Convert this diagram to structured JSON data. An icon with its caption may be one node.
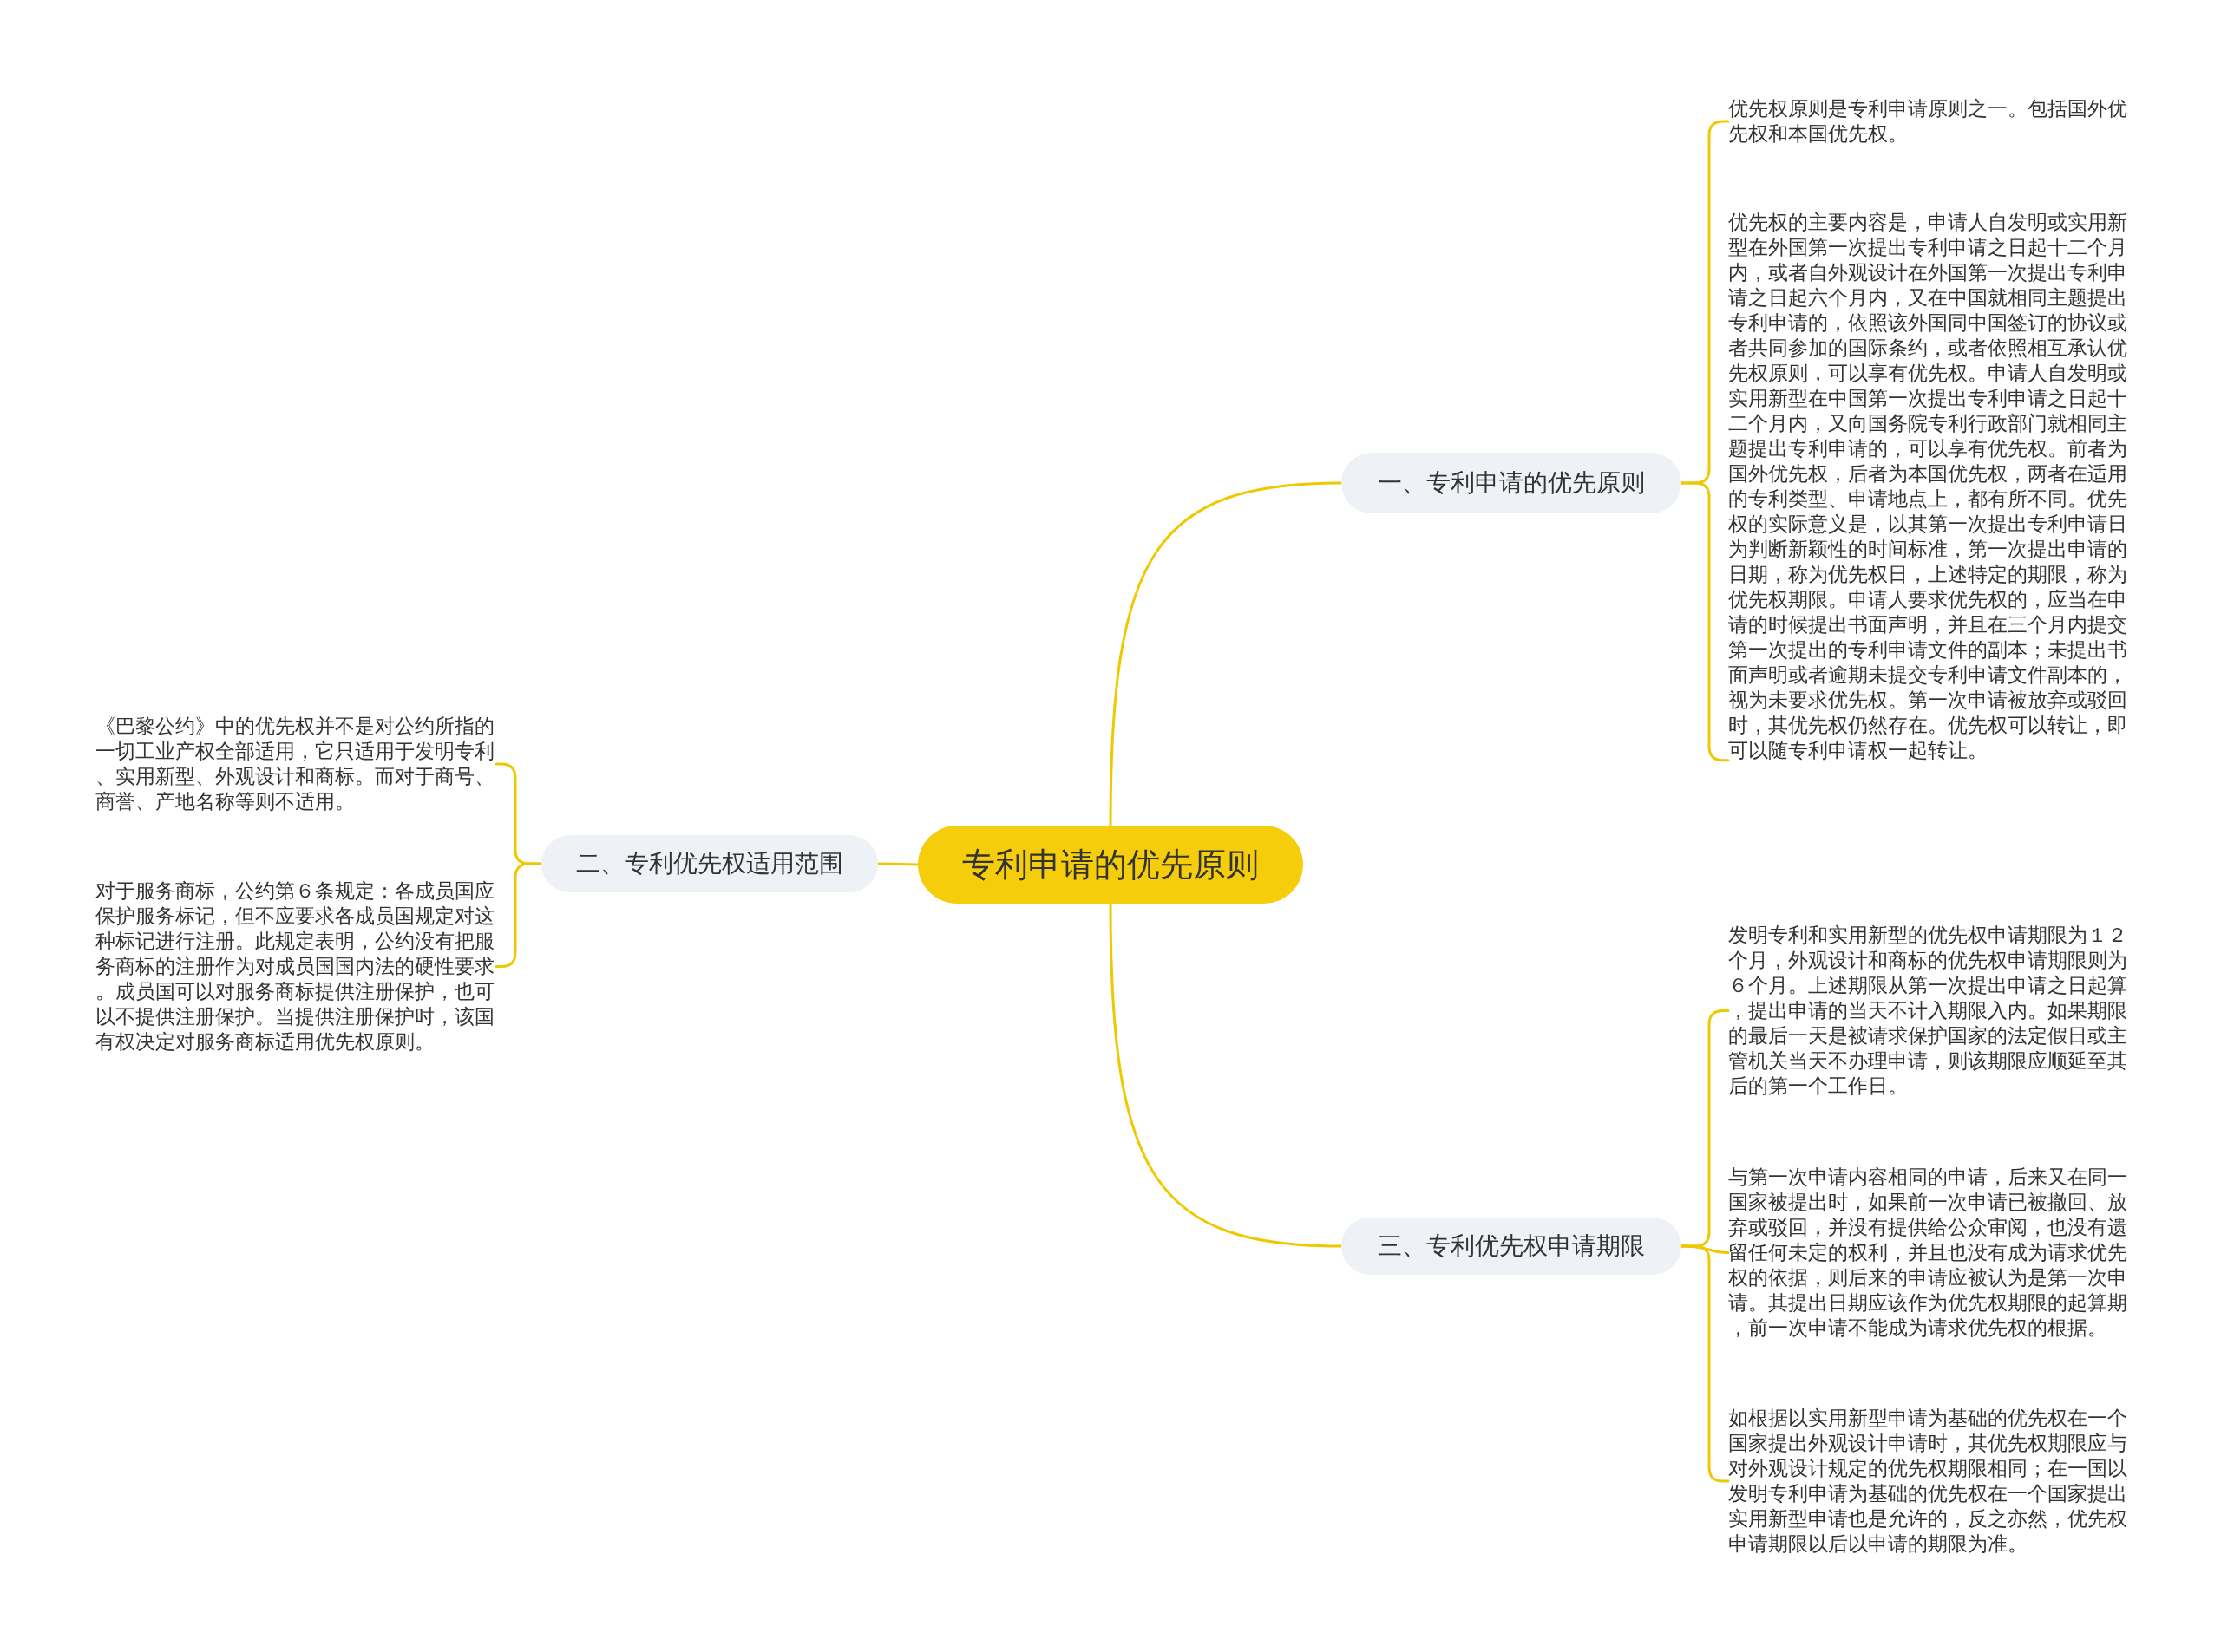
{
  "diagram": {
    "nodes": [
      {
        "text": [
          "专利申请的优先原则"
        ]
      },
      {
        "text": [
          "一、专利申请的优先原则"
        ]
      },
      {
        "text": [
          "优先权原则是专利申请原则之一。包括国外优先权和本国优先权。"
        ]
      },
      {
        "text": [
          "优先权的主要内容是，申请人自发明或实用新型在外国第一次提出专利申请之日起十二个月内，或者自外观设计在外国第一次提出专利申请之日起六个月内，又在中国就相同主题提出专利申请的，依照该外国同中国签订的协议或者共同参加的国际条约，或者依照相互承认优先权原则，可以享有优先权。申请人自发明或实用新型在中国第一次提出专利申请之日起十二个月内，又向国务院专利行政部门就相同主题提出专利申请的，可以享有优先权。前者为国外优先权，后者为本国优先权，两者在适用的专利类型、申请地点上，都有所不同。优先权的实际意义是，以其第一次提出专利申请日为判断新颖性的时间标准，第一次提出申请的日期，称为优先权日，上述特定的期限，称为优先权期限。申请人要求优先权的，应当在申请的时候提出书面声明，并且在三个月内提交第一次提出的专利申请文件的副本；未提出书面声明或者逾期未提交专利申请文件副本的，视为未要求优先权。第一次申请被放弃或驳回时，其优先权仍然存在。优先权可以转让，即可以随专利申请权一起转让。"
        ]
      },
      {
        "text": [
          "二、专利优先权适用范围"
        ]
      },
      {
        "text": [
          "《巴黎公约》中的优先权并不是对公约所指的一切工业产权全部适用，它只适用于发明专利、实用新型、外观设计和商标。而对于商号、商誉、产地名称等则不适用。"
        ]
      },
      {
        "text": [
          "对于服务商标，公约第６条规定：各成员国应保护服务标记，但不应要求各成员国规定对这种标记进行注册。此规定表明，公约没有把服务商标的注册作为对成员国国内法的硬性要求。成员国可以对服务商标提供注册保护，也可以不提供注册保护。当提供注册保护时，该国有权决定对服务商标适用优先权原则。"
        ]
      },
      {
        "text": [
          "三、专利优先权申请期限"
        ]
      },
      {
        "text": [
          "发明专利和实用新型的优先权申请期限为１２个月，外观设计和商标的优先权申请期限则为６个月。上述期限从第一次提出申请之日起算，提出申请的当天不计入期限入内。如果期限的最后一天是被请求保护国家的法定假日或主管机关当天不办理申请，则该期限应顺延至其后的第一个工作日。"
        ]
      },
      {
        "text": [
          "与第一次申请内容相同的申请，后来又在同一国家被提出时，如果前一次申请已被撤回、放弃或驳回，并没有提供给公众审阅，也没有遗留任何未定的权利，并且也没有成为请求优先权的依据，则后来的申请应被认为是第一次申请。其提出日期应该作为优先权期限的起算期，前一次申请不能成为请求优先权的根据。"
        ]
      },
      {
        "text": [
          "如根据以实用新型申请为基础的优先权在一个国家提出外观设计申请时，其优先权期限应与对外观设计规定的优先权期限相同；在一国以发明专利申请为基础的优先权在一个国家提出实用新型申请也是允许的，反之亦然，优先权申请期限以后以申请的期限为准。"
        ]
      }
    ],
    "edges": [
      {
        "from": 0,
        "to": 1,
        "arrow": "none"
      },
      {
        "from": 1,
        "to": 2,
        "arrow": "none"
      },
      {
        "from": 1,
        "to": 3,
        "arrow": "none"
      },
      {
        "from": 0,
        "to": 4,
        "arrow": "none"
      },
      {
        "from": 4,
        "to": 5,
        "arrow": "none"
      },
      {
        "from": 4,
        "to": 6,
        "arrow": "none"
      },
      {
        "from": 0,
        "to": 7,
        "arrow": "none"
      },
      {
        "from": 7,
        "to": 8,
        "arrow": "none"
      },
      {
        "from": 7,
        "to": 9,
        "arrow": "none"
      },
      {
        "from": 7,
        "to": 10,
        "arrow": "none"
      }
    ]
  }
}
